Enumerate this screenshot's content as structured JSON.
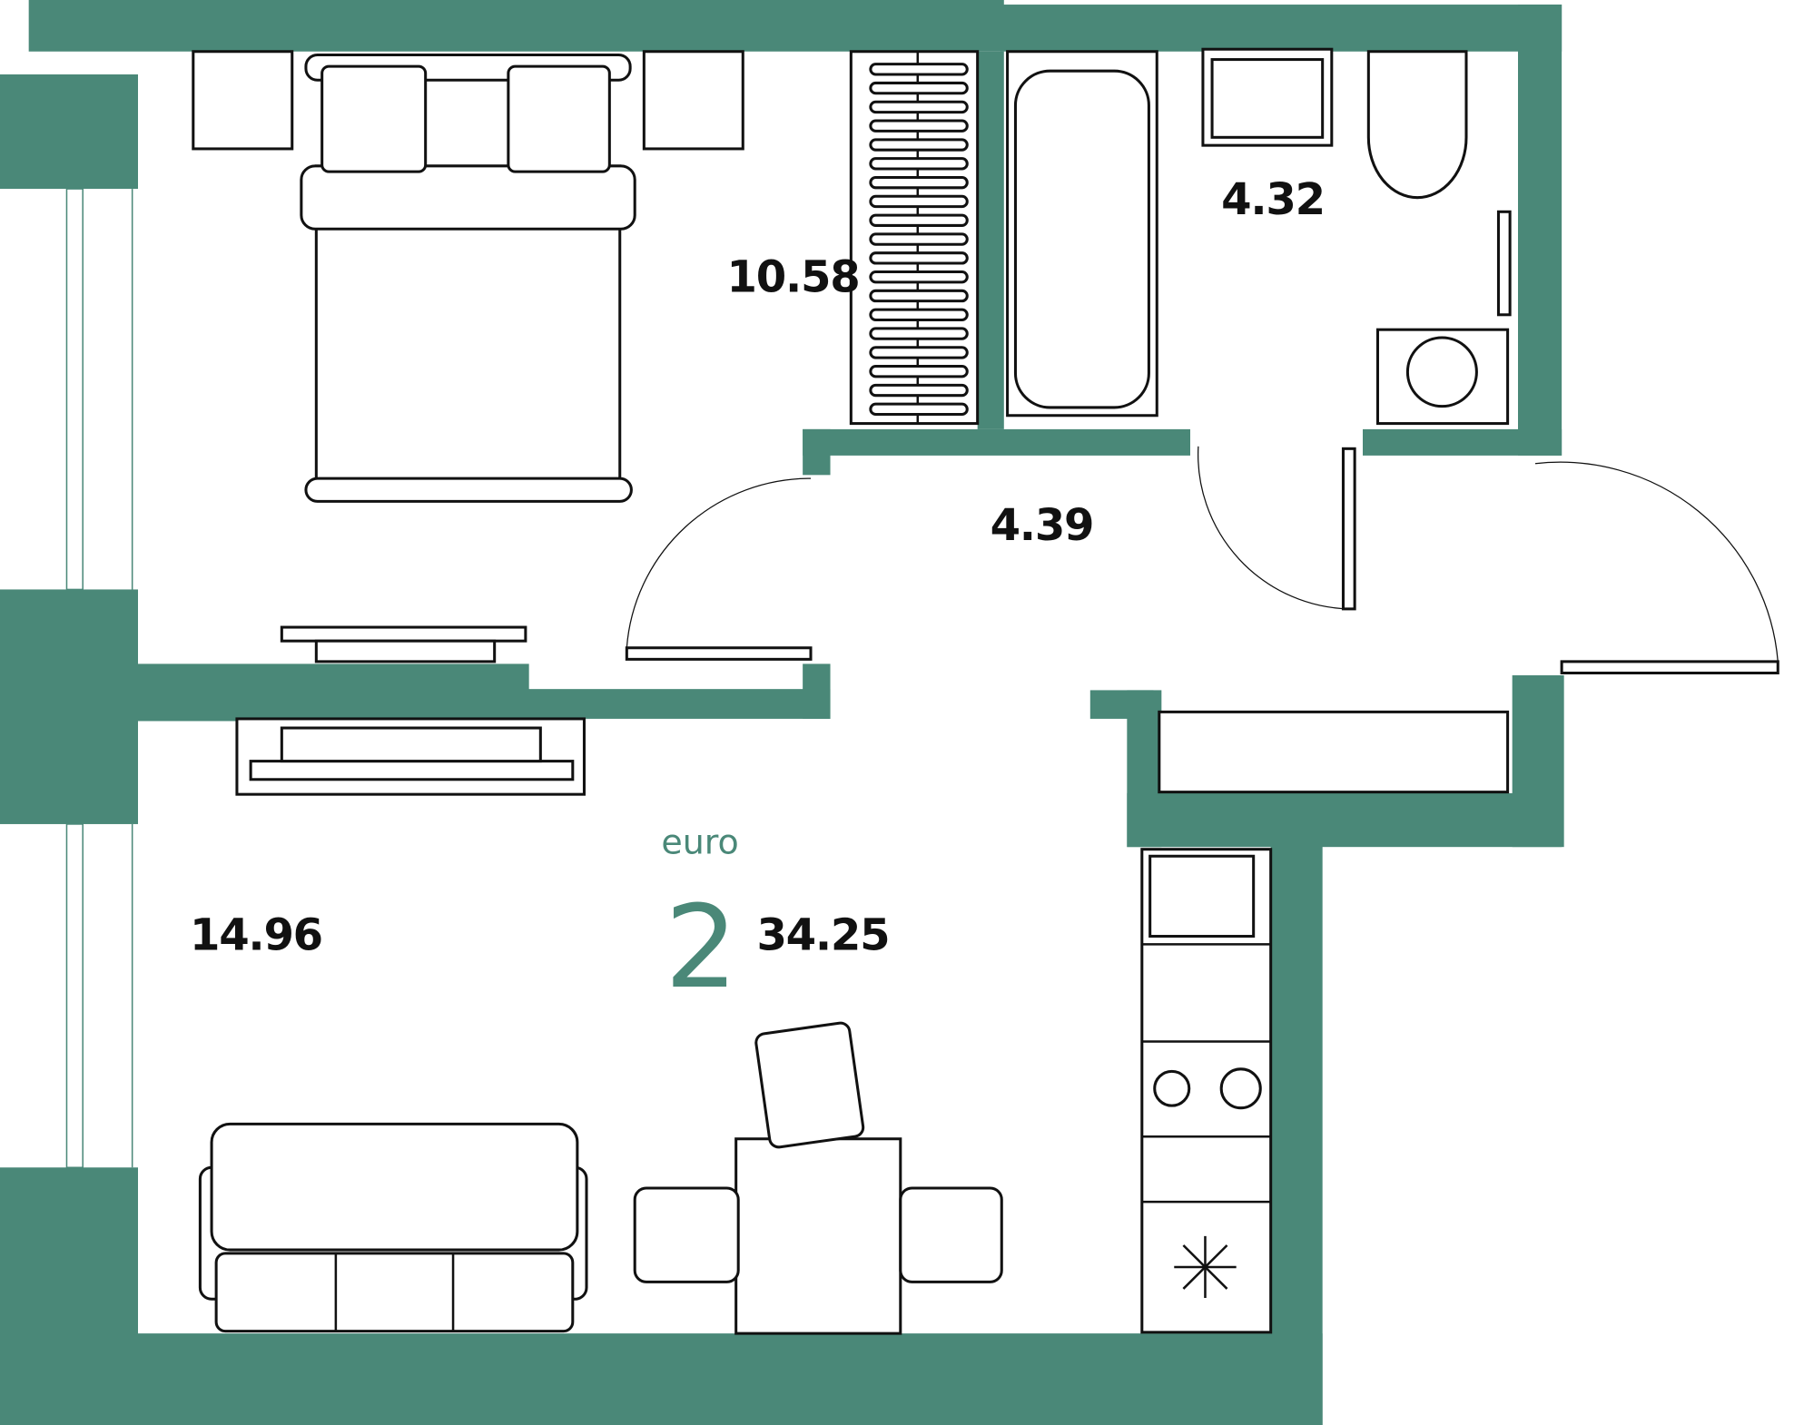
{
  "plan": {
    "type_label": "euro",
    "rooms_count": "2",
    "total_area": "34.25",
    "colors": {
      "wall": "#4a8878",
      "line": "#111111"
    },
    "rooms": [
      {
        "name": "bedroom",
        "area": "10.58"
      },
      {
        "name": "bathroom",
        "area": "4.32"
      },
      {
        "name": "hallway",
        "area": "4.39"
      },
      {
        "name": "living-kitchen",
        "area": "14.96"
      }
    ]
  }
}
